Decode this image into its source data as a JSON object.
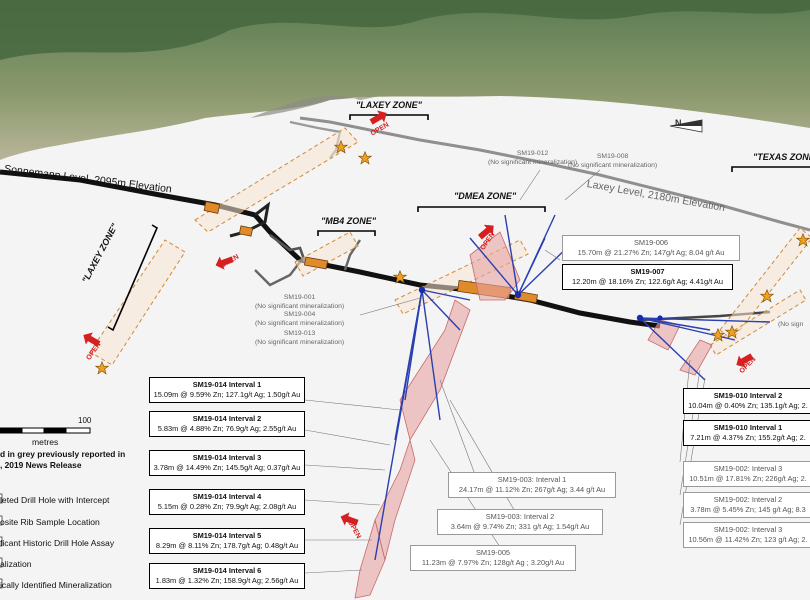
{
  "levels": {
    "sonnemann": "Sonnemann Level, 2095m Elevation",
    "laxey": "Laxey Level, 2180m Elevation"
  },
  "zones": {
    "laxey_top": "\"LAXEY ZONE\"",
    "laxey_side": "\"LAXEY ZONE\"",
    "mb4": "\"MB4 ZONE\"",
    "dmea": "\"DMEA ZONE\"",
    "texas": "\"TEXAS ZONE\""
  },
  "open_label": "OPEN",
  "north_label": "N",
  "scale": {
    "max": "100",
    "units": "metres"
  },
  "notes": [
    "d in grey previously reported in",
    ", 2019 News Release"
  ],
  "legend": [
    "leted Drill Hole with Intercept",
    "osite Rib Sample Location",
    "ficant Historic Drill Hole Assay",
    "alization",
    "ically Identified Mineralization"
  ],
  "holes_no_min": [
    {
      "id": "SM19-012",
      "note": "(No significant mineralization)"
    },
    {
      "id": "SM19-008",
      "note": "(No significant mineralization)"
    },
    {
      "id": "SM19-001",
      "note": "(No significant mineralization)"
    },
    {
      "id": "SM19-004",
      "note": "(No significant mineralization)"
    },
    {
      "id": "SM19-013",
      "note": "(No significant mineralization)"
    }
  ],
  "no_sig_cut": "(No sign",
  "intercepts": {
    "sm19_006": {
      "title": "SM19-006",
      "text": "15.70m @ 21.27% Zn; 147g/t Ag; 8.04 g/t Au"
    },
    "sm19_007": {
      "title": "SM19-007",
      "text": "12.20m @ 18.16% Zn; 122.6g/t Ag; 4.41g/t Au"
    },
    "sm19_014_1": {
      "title": "SM19-014 Interval 1",
      "text": "15.09m @ 9.59% Zn; 127.1g/t Ag; 1.50g/t Au"
    },
    "sm19_014_2": {
      "title": "SM19-014 Interval 2",
      "text": "5.83m @ 4.88% Zn; 76.9g/t Ag; 2.55g/t Au"
    },
    "sm19_014_3": {
      "title": "SM19-014 Interval 3",
      "text": "3.78m @ 14.49% Zn; 145.5g/t Ag; 0.37g/t Au"
    },
    "sm19_014_4": {
      "title": "SM19-014 Interval 4",
      "text": "5.15m @ 0.28% Zn; 79.9g/t Ag; 2.08g/t Au"
    },
    "sm19_014_5": {
      "title": "SM19-014 Interval 5",
      "text": "8.29m @ 8.11% Zn; 178.7g/t Ag; 0.48g/t Au"
    },
    "sm19_014_6": {
      "title": "SM19-014 Interval 6",
      "text": "1.83m @ 1.32% Zn; 158.9g/t Ag; 2.56g/t Au"
    },
    "sm19_003_1": {
      "title": "SM19-003: Interval 1",
      "text": "24.17m @ 11.12% Zn; 267g/t Ag; 3.44 g/t Au"
    },
    "sm19_003_2": {
      "title": "SM19-003: Interval 2",
      "text": "3.64m @ 9.74% Zn; 331 g/t Ag; 1.54g/t Au"
    },
    "sm19_005": {
      "title": "SM19-005",
      "text": "11.23m @ 7.97% Zn; 128g/t Ag ; 3.20g/t Au"
    },
    "sm19_010_2": {
      "title": "SM19-010 Interval 2",
      "text": "10.04m @ 0.40% Zn; 135.1g/t Ag; 2."
    },
    "sm19_010_1": {
      "title": "SM19-010 Interval 1",
      "text": "7.21m @ 4.37% Zn; 155.2g/t Ag; 2."
    },
    "sm19_002_3a": {
      "title": "SM19-002: Interval 3",
      "text": "10.51m @ 17.81% Zn; 226g/t Ag; 2."
    },
    "sm19_002_2": {
      "title": "SM19-002: Interval 2",
      "text": "3.78m @ 5.45% Zn; 145 g/t Ag; 8.3"
    },
    "sm19_002_3b": {
      "title": "SM19-002: Interval 3",
      "text": "10.56m @ 11.42% Zn; 123 g/t Ag; 2."
    }
  },
  "colors": {
    "mineralization": "#e8a3a3",
    "drill_hole": "#2a3fb0",
    "level": "#111111",
    "laxey_level": "#8f8f8f",
    "star": "#f0a020",
    "open": "#d42020",
    "terrain": "#6d8a57"
  }
}
